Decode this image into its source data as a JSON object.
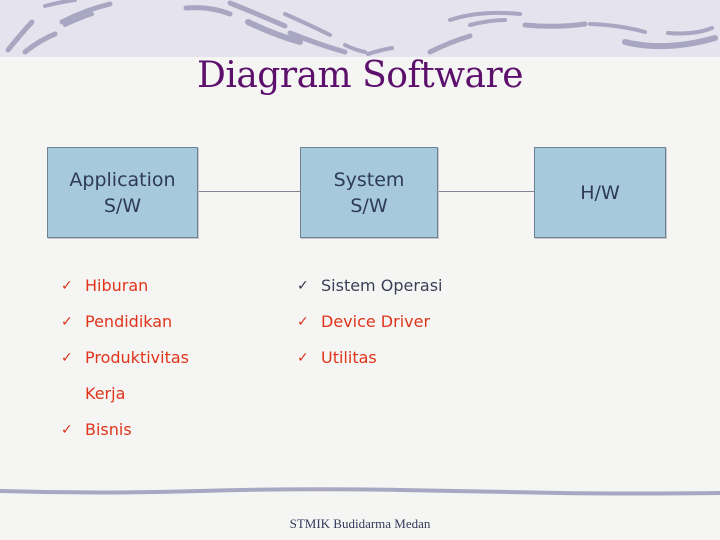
{
  "slide": {
    "title": "Diagram Software",
    "footer": "STMIK Budidarma Medan",
    "colors": {
      "title": "#5c0f6b",
      "box_fill": "#a6c9db",
      "box_border": "#6f8192",
      "box_text": "#2f3a5a",
      "list_red": "#e0341a",
      "list_dark": "#3a3f56",
      "header_band": "#e4e3ee"
    }
  },
  "diagram": {
    "boxes": [
      {
        "line1": "Application",
        "line2": "S/W"
      },
      {
        "line1": "System",
        "line2": "S/W"
      },
      {
        "line1": "H/W"
      }
    ]
  },
  "lists": {
    "application": [
      {
        "icon": "check-icon",
        "text": "Hiburan"
      },
      {
        "icon": "check-icon",
        "text": "Pendidikan"
      },
      {
        "icon": "check-icon",
        "text": "Produktivitas"
      },
      {
        "icon": "",
        "text": "Kerja"
      },
      {
        "icon": "check-icon",
        "text": "Bisnis"
      }
    ],
    "system": [
      {
        "icon": "check-icon",
        "text": "Sistem Operasi"
      },
      {
        "icon": "check-icon",
        "text": "Device Driver"
      },
      {
        "icon": "check-icon",
        "text": "Utilitas"
      }
    ],
    "check_glyph": "✓"
  }
}
